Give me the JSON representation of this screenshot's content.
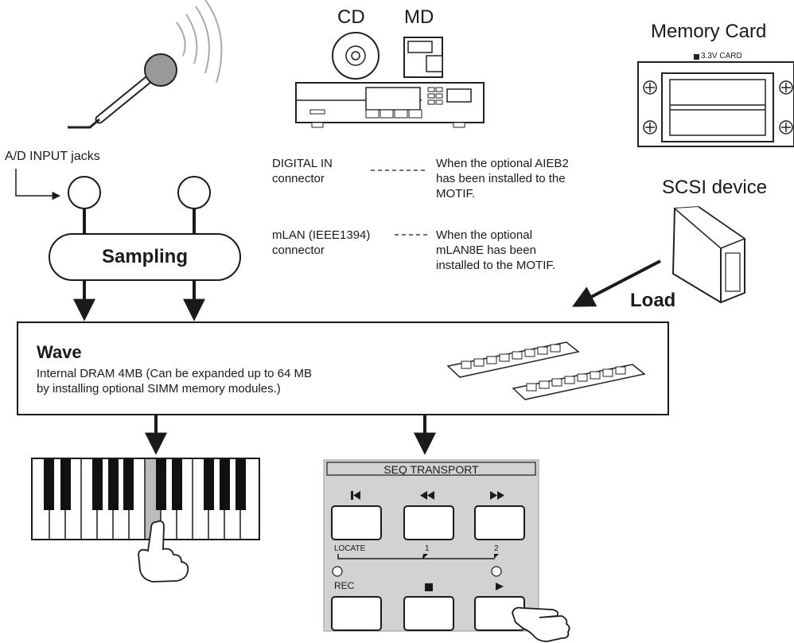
{
  "sources": {
    "cd_label": "CD",
    "md_label": "MD",
    "memory_card_label": "Memory Card",
    "card_slot_text": "3.3V CARD",
    "scsi_label": "SCSI device",
    "load_label": "Load"
  },
  "inputs": {
    "ad_input_label": "A/D INPUT jacks",
    "sampling_label": "Sampling"
  },
  "connectors": {
    "digital_in_line1": "DIGITAL IN",
    "digital_in_line2": "connector",
    "digital_in_note": [
      "When the optional AIEB2",
      "has been installed to the",
      "MOTIF."
    ],
    "mlan_line1": "mLAN (IEEE1394)",
    "mlan_line2": "connector",
    "mlan_note": [
      "When the optional",
      "mLAN8E has been",
      "installed to the MOTIF."
    ]
  },
  "wave": {
    "title": "Wave",
    "desc_line1": "Internal DRAM 4MB (Can be expanded up to 64 MB",
    "desc_line2": "by installing optional SIMM memory modules.)"
  },
  "transport": {
    "title": "SEQ  TRANSPORT",
    "locate_label": "LOCATE",
    "locate_1": "1",
    "locate_2": "2",
    "rec_label": "REC"
  }
}
